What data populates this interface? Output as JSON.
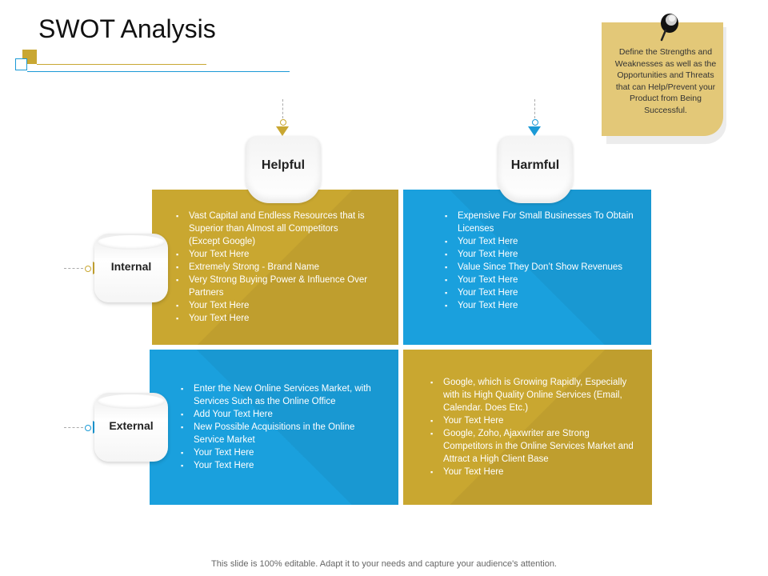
{
  "slide": {
    "title": "SWOT Analysis",
    "footer": "This slide is 100% editable. Adapt it to your needs and capture your audience's attention."
  },
  "sticky_note": {
    "text": "Define the Strengths and Weaknesses as well as the Opportunities and Threats that can Help/Prevent your Product from Being Successful.",
    "icon": "pushpin-icon",
    "color": "#e3c878"
  },
  "columns": [
    {
      "label": "Helpful",
      "accent": "#c9a732"
    },
    {
      "label": "Harmful",
      "accent": "#1b9ad6"
    }
  ],
  "rows": [
    {
      "label": "Internal",
      "accent": "#c9a732"
    },
    {
      "label": "External",
      "accent": "#1b9ad6"
    }
  ],
  "quadrants": {
    "strengths": {
      "color": "#c9a730",
      "items": [
        "Vast Capital and Endless Resources that is Superior than Almost all Competitors (Except Google)",
        "Your Text Here",
        "Extremely Strong - Brand Name",
        "Very Strong Buying Power & Influence Over Partners",
        "Your Text Here",
        "Your Text Here"
      ]
    },
    "weaknesses": {
      "color": "#1aa0dd",
      "items": [
        "Expensive For Small Businesses To Obtain Licenses",
        "Your Text Here",
        "Your Text Here",
        "Value Since They Don’t Show Revenues",
        "Your Text Here",
        "Your Text Here",
        "Your Text Here"
      ]
    },
    "opportunities": {
      "color": "#1aa0dd",
      "items": [
        "Enter the New Online Services Market, with Services Such as the Online Office",
        "Add Your Text Here",
        "New Possible Acquisitions in the Online Service Market",
        "Your Text Here",
        "Your Text Here"
      ]
    },
    "threats": {
      "color": "#c9a730",
      "items": [
        "Google, which is Growing Rapidly, Especially with its High Quality Online Services (Email, Calendar. Does Etc.)",
        "Your Text Here",
        "Google, Zoho, Ajaxwriter are Strong Competitors in the Online Services Market and Attract a High Client Base",
        "Your Text Here"
      ]
    }
  }
}
